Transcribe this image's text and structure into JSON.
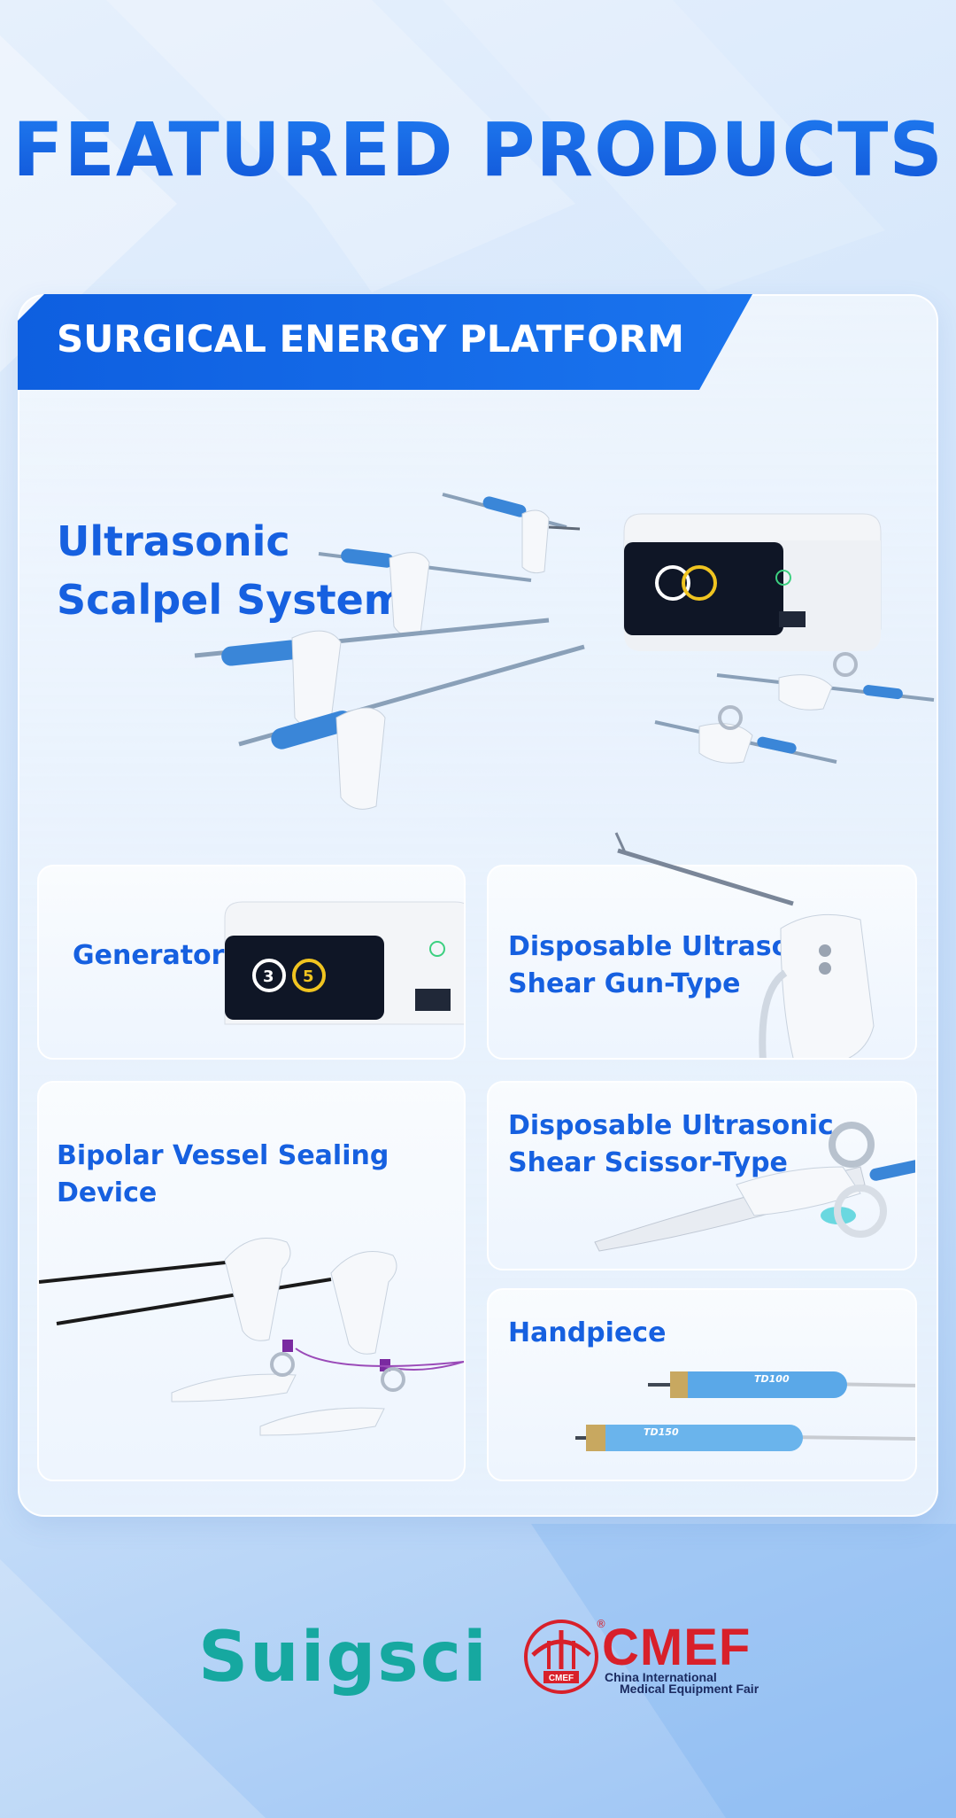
{
  "page": {
    "title": "FEATURED PRODUCTS"
  },
  "section": {
    "label": "SURGICAL ENERGY PLATFORM"
  },
  "hero": {
    "title_line1": "Ultrasonic",
    "title_line2": "Scalpel System"
  },
  "tiles": {
    "generator": "Generator",
    "gun_line1": "Disposable Ultrasonic",
    "gun_line2": "Shear Gun-Type",
    "bipolar": "Bipolar Vessel Sealing Device",
    "scissor_line1": "Disposable Ultrasonic",
    "scissor_line2": "Shear Scissor-Type",
    "handpiece": "Handpiece"
  },
  "device_screen": {
    "left_number": "3",
    "right_number": "5"
  },
  "handpieces": {
    "top_label": "TD100",
    "bottom_label": "TD150"
  },
  "brands": {
    "suigsci": "Suigsci",
    "cmef": "CMEF",
    "cmef_sub1": "China International",
    "cmef_sub2": "Medical Equipment Fair",
    "cmef_reg": "®",
    "cmef_seal_text": "CMEF"
  },
  "colors": {
    "primary_blue": "#1660e0",
    "tab_blue": "#0e5fe0",
    "suigsci_teal": "#16a8a0",
    "cmef_red": "#d8202a"
  }
}
